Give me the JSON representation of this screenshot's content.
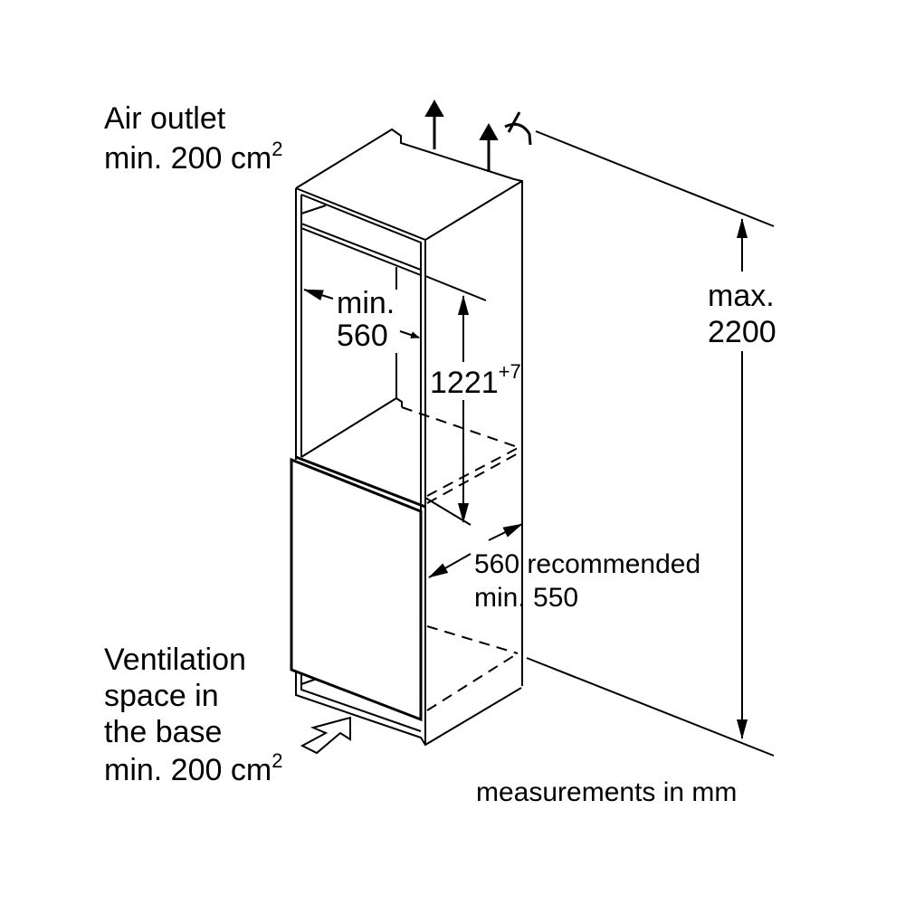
{
  "labels": {
    "air_outlet_line1": "Air outlet",
    "air_outlet_line2": "min. 200 cm",
    "air_outlet_sup": "2",
    "max_line1": "max.",
    "max_line2": "2200",
    "niche_width_line1": "min.",
    "niche_width_line2": "560",
    "niche_height": "1221",
    "niche_height_tol": "+7",
    "depth_line1": "560 recommended",
    "depth_line2": "min. 550",
    "vent_line1": "Ventilation",
    "vent_line2": "space in",
    "vent_line3": "the base",
    "vent_line4": "min. 200 cm",
    "vent_sup": "2",
    "units_note": "measurements in mm"
  }
}
